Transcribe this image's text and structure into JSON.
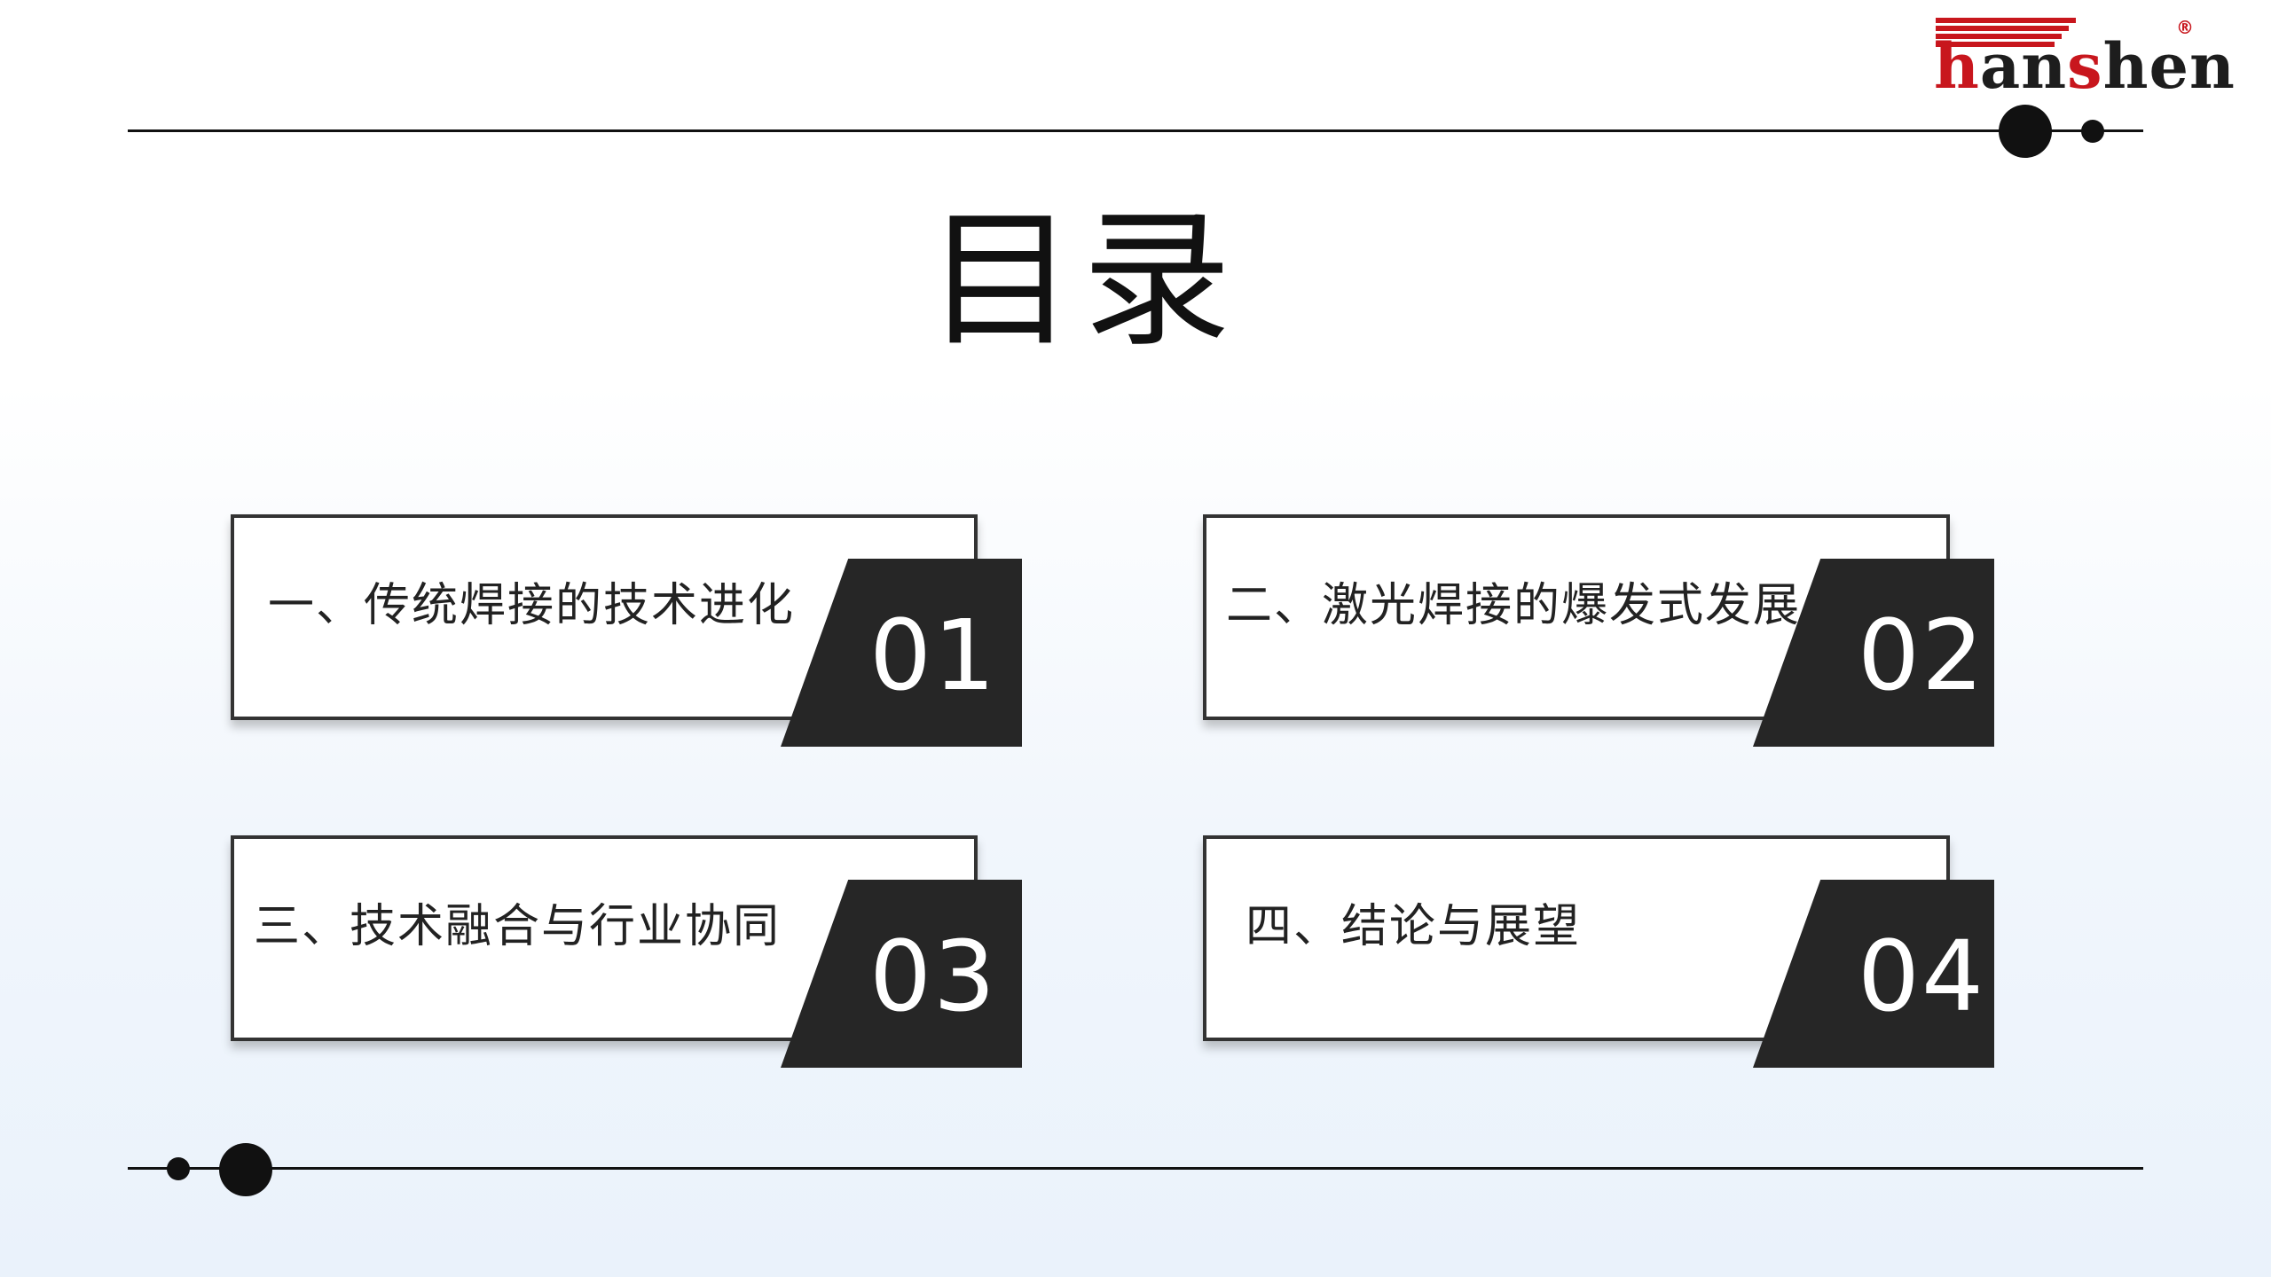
{
  "logo": {
    "wordmark_red": "h",
    "wordmark_mid": "an",
    "wordmark_red2": "s",
    "wordmark_end": "hen",
    "registered_mark": "®",
    "brand_color": "#c8161d"
  },
  "title": "目录",
  "toc": [
    {
      "label": "一、传统焊接的技术进化",
      "number": "01"
    },
    {
      "label": "二、激光焊接的爆发式发展",
      "number": "02"
    },
    {
      "label": "三、技术融合与行业协同",
      "number": "03"
    },
    {
      "label": "四、结论与展望",
      "number": "04"
    }
  ],
  "colors": {
    "tab": "#262626",
    "border": "#333333",
    "rule": "#111111"
  }
}
